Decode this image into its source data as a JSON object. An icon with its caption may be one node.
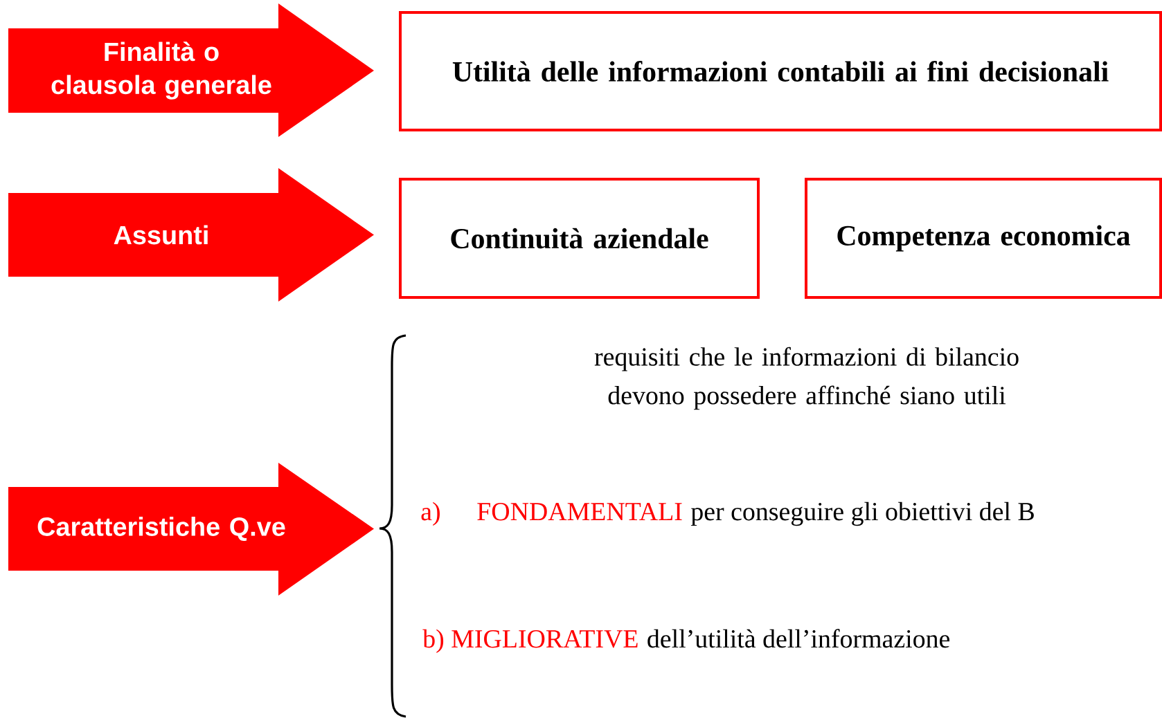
{
  "diagram": {
    "nodes": [
      {
        "text": [
          "Finalità o clausola generale"
        ]
      },
      {
        "text": [
          "Utilità delle informazioni contabili ai fini decisionali"
        ]
      },
      {
        "text": [
          "Assunti"
        ]
      },
      {
        "text": [
          "Continuità aziendale"
        ]
      },
      {
        "text": [
          "Competenza economica"
        ]
      },
      {
        "text": [
          "Caratteristiche Q.ve"
        ]
      }
    ],
    "edges": [],
    "labels": [
      "requisiti che le informazioni di bilancio devono possedere affinché siano utili",
      "a)",
      "FONDAMENTALI",
      "per conseguire gli obiettivi del B",
      "b) MIGLIORATIVE",
      "dell’utilità dell’informazione"
    ]
  }
}
